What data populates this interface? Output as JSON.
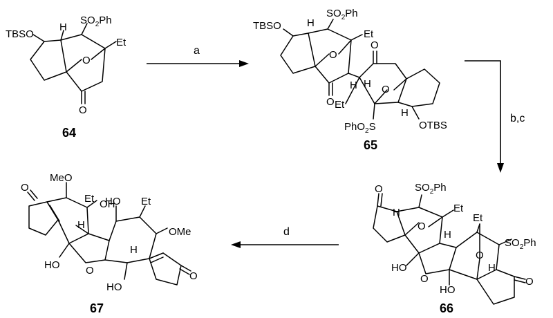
{
  "scheme": {
    "compounds": [
      {
        "id": "64"
      },
      {
        "id": "65"
      },
      {
        "id": "66"
      },
      {
        "id": "67"
      }
    ],
    "steps": {
      "a": "a",
      "bc": "b,c",
      "d": "d"
    },
    "labels": {
      "m64": {
        "tbso": "TBSO",
        "so2ph": "SO",
        "so2ph_sub": "2",
        "so2ph_tail": "Ph",
        "et": "Et",
        "h": "H",
        "o": "O",
        "oketone": "O"
      },
      "m65": {
        "tbso": "TBSO",
        "so2ph": "SO",
        "so2ph_sub": "2",
        "so2ph_tail": "Ph",
        "et1": "Et",
        "h1": "H",
        "o1": "O",
        "oketone1": "O",
        "h2": "H",
        "oketone2": "O",
        "o2": "O",
        "h3": "H",
        "et2": "Et",
        "h4": "H",
        "otbs": "OTBS",
        "pho2s": "PhO",
        "pho2s_sub": "2",
        "pho2s_tail": "S"
      },
      "m66": {
        "so2ph1": "SO",
        "so2ph1_sub": "2",
        "so2ph1_tail": "Ph",
        "oketone1": "O",
        "h1": "H",
        "et1": "Et",
        "o1": "O",
        "h2": "H",
        "et2": "Et",
        "so2ph2": "SO",
        "so2ph2_sub": "2",
        "so2ph2_tail": "Ph",
        "h3": "H",
        "ho1": "HO",
        "o2": "O",
        "o3": "O",
        "ho2": "HO",
        "oketone2": "O"
      },
      "m67": {
        "meo": "MeO",
        "et1": "Et",
        "oh1": "OH",
        "oketone1": "O",
        "ho1": "HO",
        "et2": "Et",
        "h1": "H",
        "ome": "OMe",
        "h2": "H",
        "ho2": "HO",
        "o1": "O",
        "ho3": "HO",
        "oketone2": "O"
      }
    }
  }
}
